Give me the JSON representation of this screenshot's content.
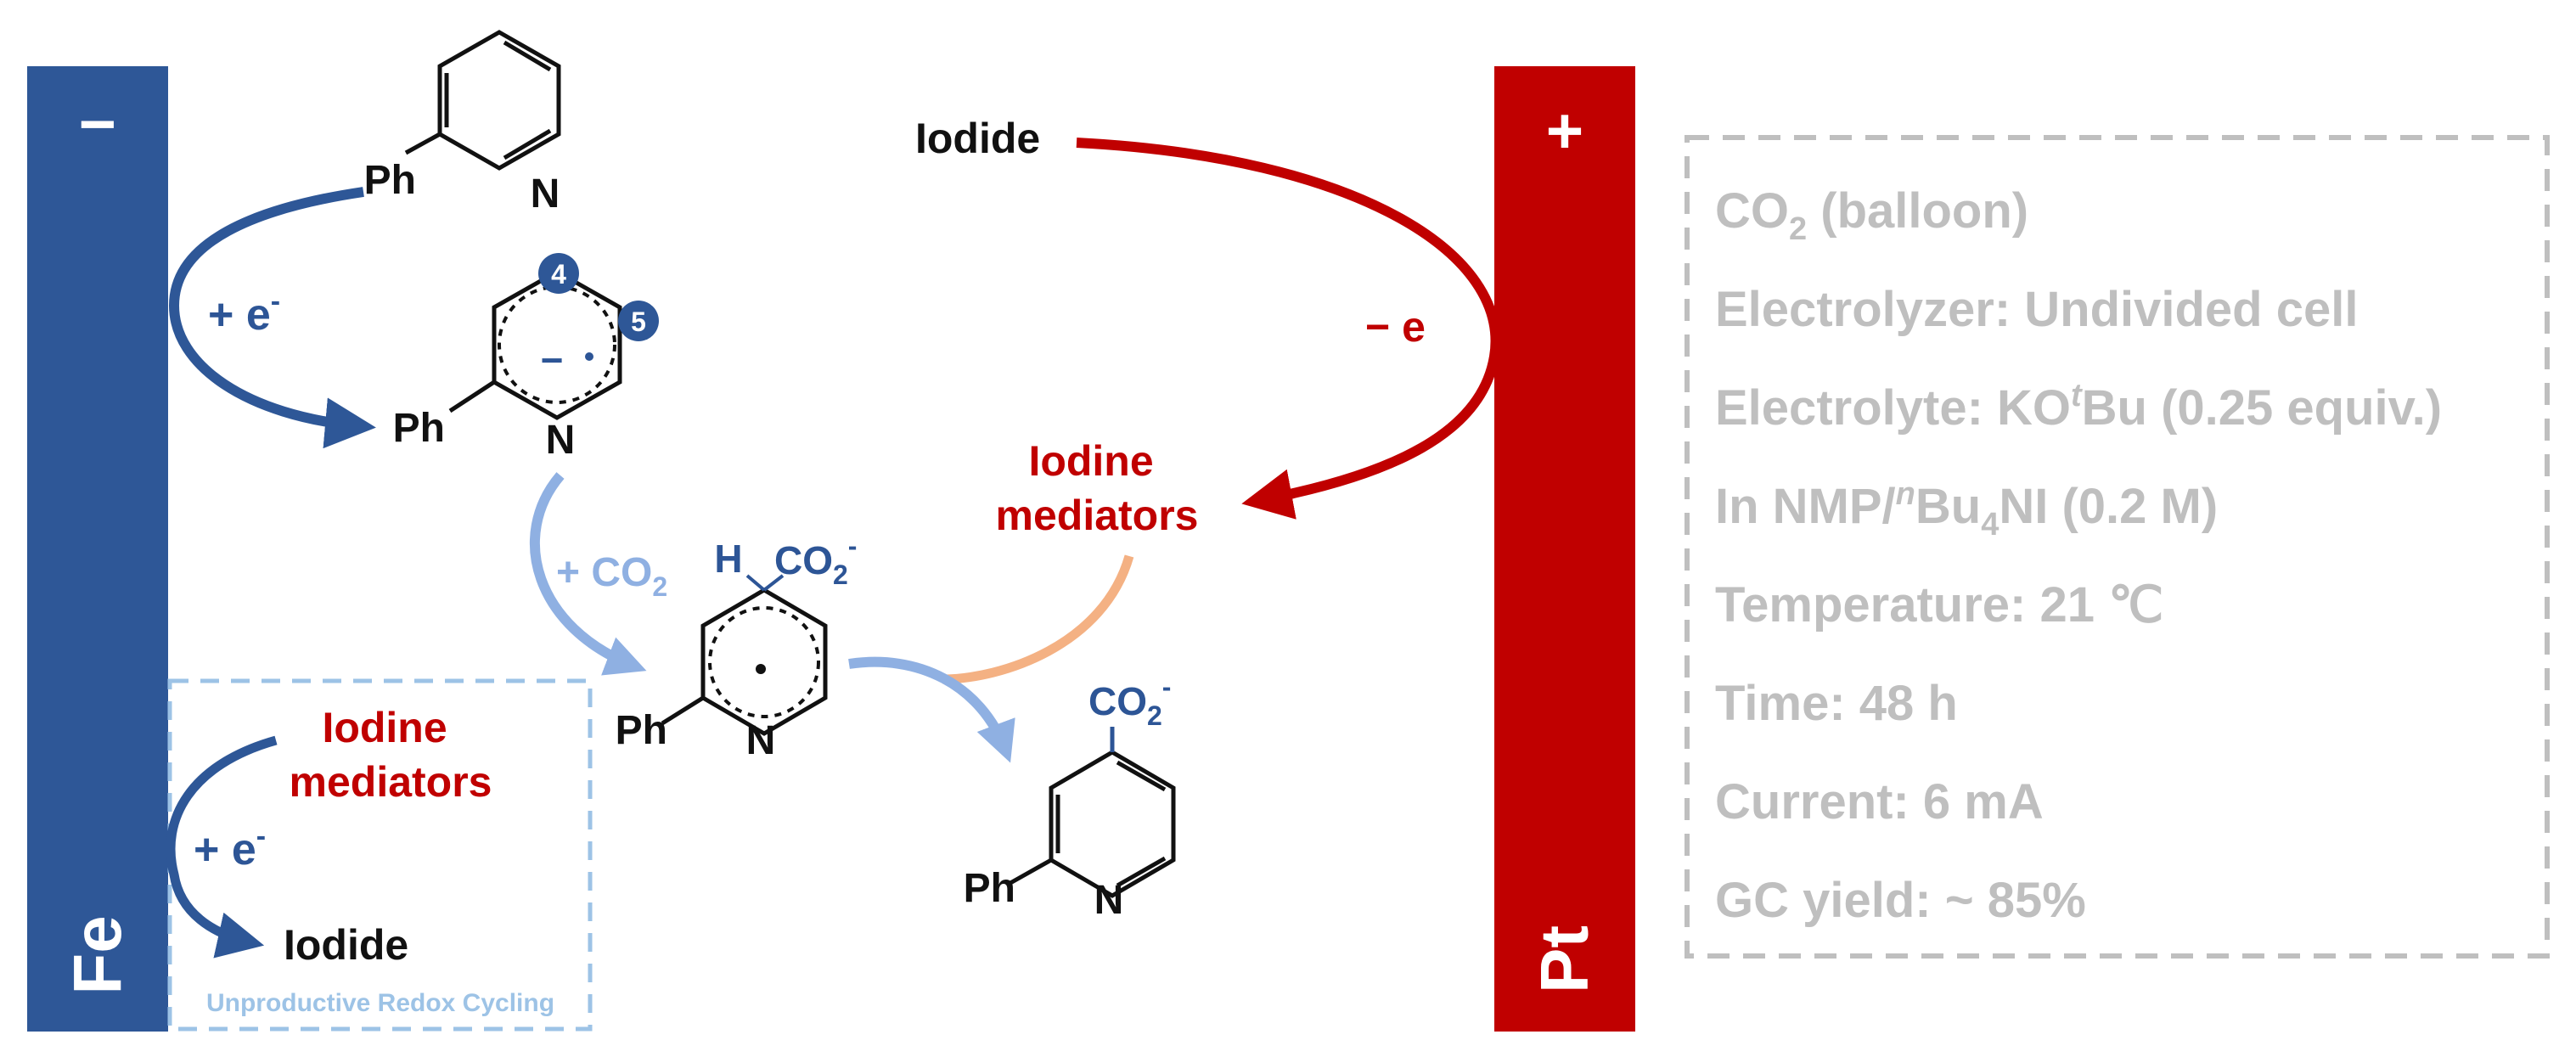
{
  "electrodes": {
    "cathode": {
      "sign": "−",
      "material": "Fe",
      "color": "#2e5797"
    },
    "anode": {
      "sign": "+",
      "material": "Pt",
      "color": "#c00000"
    }
  },
  "labels": {
    "ph": "Ph",
    "n": "N",
    "h": "H",
    "co2_main": "CO",
    "co2_sub": "2",
    "co2_charge": "-",
    "radical_anion": "−",
    "pos4": "4",
    "pos5": "5",
    "reduction": "+ e",
    "e_sup": "-",
    "plus_co2": "+ CO",
    "oxidation": "− e",
    "iodide": "Iodide",
    "iodine_mediators_line1": "Iodine",
    "iodine_mediators_line2": "mediators",
    "unproductive_cycle": "Unproductive Redox Cycling"
  },
  "conditions": {
    "co2_main": "CO",
    "co2_sub": "2",
    "co2_rest": " (balloon)",
    "electrolyzer": "Electrolyzer: Undivided cell",
    "electrolyte_a": "Electrolyte: KO",
    "electrolyte_sup": "t",
    "electrolyte_b": "Bu (0.25 equiv.)",
    "solvent_a": "In NMP/",
    "solvent_sup": "n",
    "solvent_b": "Bu",
    "solvent_sub": "4",
    "solvent_c": "NI (0.2 M)",
    "temperature": "Temperature: 21 ℃",
    "time": "Time: 48 h",
    "current": "Current: 6 mA",
    "yield": "GC yield: ~ 85%"
  },
  "colors": {
    "blue": "#2e5797",
    "red": "#c00000",
    "light_blue": "#8fb0e2",
    "orange": "#f4b183",
    "dashed_blue": "#9dc3e6",
    "gray": "#bfbfbf"
  }
}
